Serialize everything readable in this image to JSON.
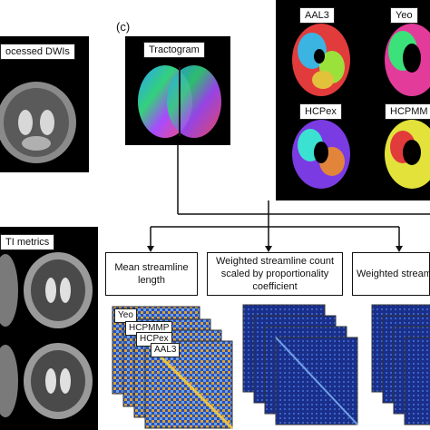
{
  "labels": {
    "preprocessed": "ocessed DWIs",
    "dti": "TI metrics",
    "section_c": "(c)",
    "tractogram": "Tractogram",
    "aal3": "AAL3",
    "yeo": "Yeo",
    "hcpex": "HCPex",
    "hcpmm_top": "HCPMM"
  },
  "boxes": {
    "mean": "Mean streamline length",
    "weighted_scaled": "Weighted streamline count scaled by proportionality coefficient",
    "weighted_stream": "Weighted streamli"
  },
  "matrix_stack_labels": [
    "Yeo",
    "HCPMMP",
    "HCPex",
    "AAL3"
  ],
  "colors": {
    "background": "#ffffff",
    "panel": "#000000",
    "matrix_blue": "#1f3f9a"
  }
}
